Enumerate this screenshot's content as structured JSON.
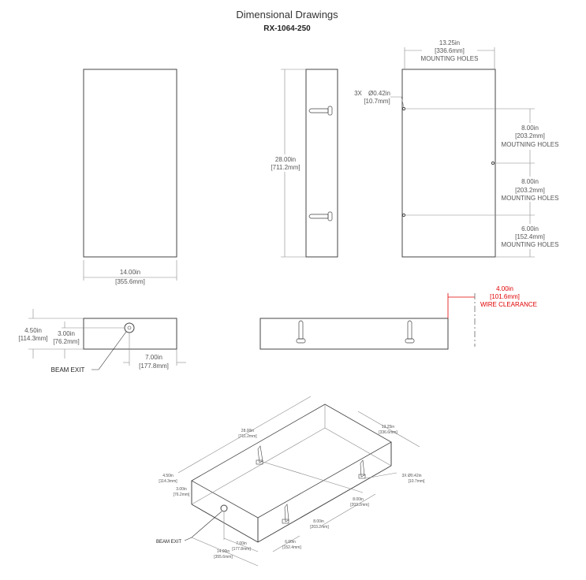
{
  "header": {
    "title": "Dimensional Drawings",
    "model": "RX-1064-250"
  },
  "front_view": {
    "width_in": "14.00in",
    "width_mm": "[355.6mm]"
  },
  "side_view": {
    "height_in": "28.00in",
    "height_mm": "[711.2mm]"
  },
  "back_view": {
    "hole_spacing_in": "13.25in",
    "hole_spacing_mm": "[336.6mm]",
    "hole_spacing_label": "MOUNTING HOLES",
    "hole_qty": "3X",
    "hole_dia_in": "Ø0.42in",
    "hole_dia_mm": "[10.7mm]",
    "dims": [
      {
        "in": "8.00in",
        "mm": "[203.2mm]",
        "label": "MOUTNING HOLES"
      },
      {
        "in": "8.00in",
        "mm": "[203.2mm]",
        "label": "MOUNTING HOLES"
      },
      {
        "in": "6.00in",
        "mm": "[152.4mm]",
        "label": "MOUNTING HOLES"
      }
    ]
  },
  "top_view": {
    "height_in": "4.50in",
    "height_mm": "[114.3mm]",
    "beam_height_in": "3.00in",
    "beam_height_mm": "[76.2mm]",
    "beam_offset_in": "7.00in",
    "beam_offset_mm": "[177.8mm]",
    "beam_label": "BEAM EXIT"
  },
  "bottom_view": {
    "clearance_in": "4.00in",
    "clearance_mm": "[101.6mm]",
    "clearance_label": "WIRE CLEARANCE",
    "accent": "#e00000"
  },
  "iso_view": {
    "length_in": "28.00in",
    "length_mm": "[711.2mm]",
    "holes_in": "13.25in",
    "holes_mm": "[336.6mm]",
    "height_in": "4.50in",
    "height_mm": "[114.3mm]",
    "beam_height_in": "3.00in",
    "beam_height_mm": "[76.2mm]",
    "hole_spec": "3X  Ø0.42in",
    "hole_spec_mm": "[10.7mm]",
    "d1_in": "8.00in",
    "d1_mm": "[203.2mm]",
    "d2_in": "8.00in",
    "d2_mm": "[203.2mm]",
    "d3_in": "6.00in",
    "d3_mm": "[152.4mm]",
    "beam_off_in": "7.00in",
    "beam_off_mm": "[177.8mm]",
    "width_in": "14.00in",
    "width_mm": "[355.6mm]",
    "beam_label": "BEAM EXIT"
  }
}
